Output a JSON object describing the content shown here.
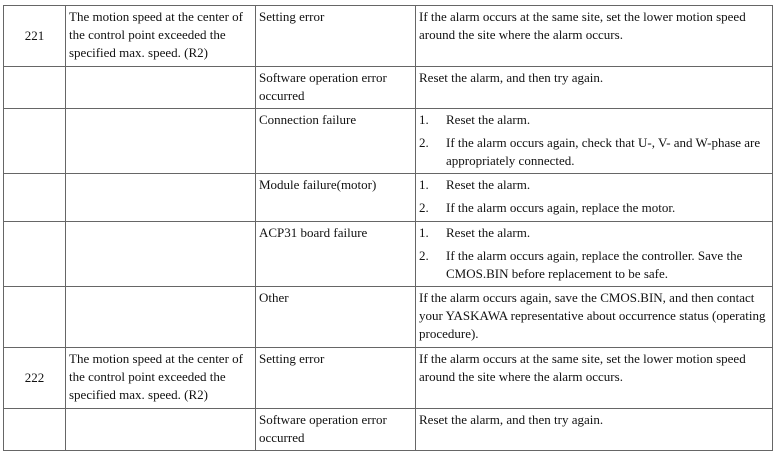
{
  "table": {
    "rows": [
      {
        "code": "221",
        "description": "The motion speed at the center of the control point exceeded the specified max. speed. (R2)",
        "cause": "Setting error",
        "remedy": "If the alarm occurs at the same site, set the lower motion speed around the site where the alarm occurs."
      },
      {
        "code": "",
        "description": "",
        "cause": "Software operation error occurred",
        "remedy": "Reset the alarm, and then try again."
      },
      {
        "code": "",
        "description": "",
        "cause": "Connection failure",
        "steps": [
          {
            "num": "1.",
            "text": "Reset the alarm."
          },
          {
            "num": "2.",
            "text": "If the alarm occurs again, check that U-, V- and W-phase are appropriately connected."
          }
        ]
      },
      {
        "code": "",
        "description": "",
        "cause": "Module failure(motor)",
        "steps": [
          {
            "num": "1.",
            "text": "Reset the alarm."
          },
          {
            "num": "2.",
            "text": "If the alarm occurs again, replace the motor."
          }
        ]
      },
      {
        "code": "",
        "description": "",
        "cause": "ACP31 board failure",
        "steps": [
          {
            "num": "1.",
            "text": "Reset the alarm."
          },
          {
            "num": "2.",
            "text": "If the alarm occurs again, replace the controller. Save the CMOS.BIN before replacement to be safe."
          }
        ]
      },
      {
        "code": "",
        "description": "",
        "cause": "Other",
        "remedy": "If the alarm occurs again, save the CMOS.BIN, and then contact your YASKAWA representative about occurrence status (operating procedure)."
      },
      {
        "code": "222",
        "description": "The motion speed at the center of the control point exceeded the specified max. speed. (R2)",
        "cause": "Setting error",
        "remedy": "If the alarm occurs at the same site, set the lower motion speed around the site where the alarm occurs."
      },
      {
        "code": "",
        "description": "",
        "cause": "Software operation error occurred",
        "remedy": "Reset the alarm, and then try again."
      }
    ]
  }
}
